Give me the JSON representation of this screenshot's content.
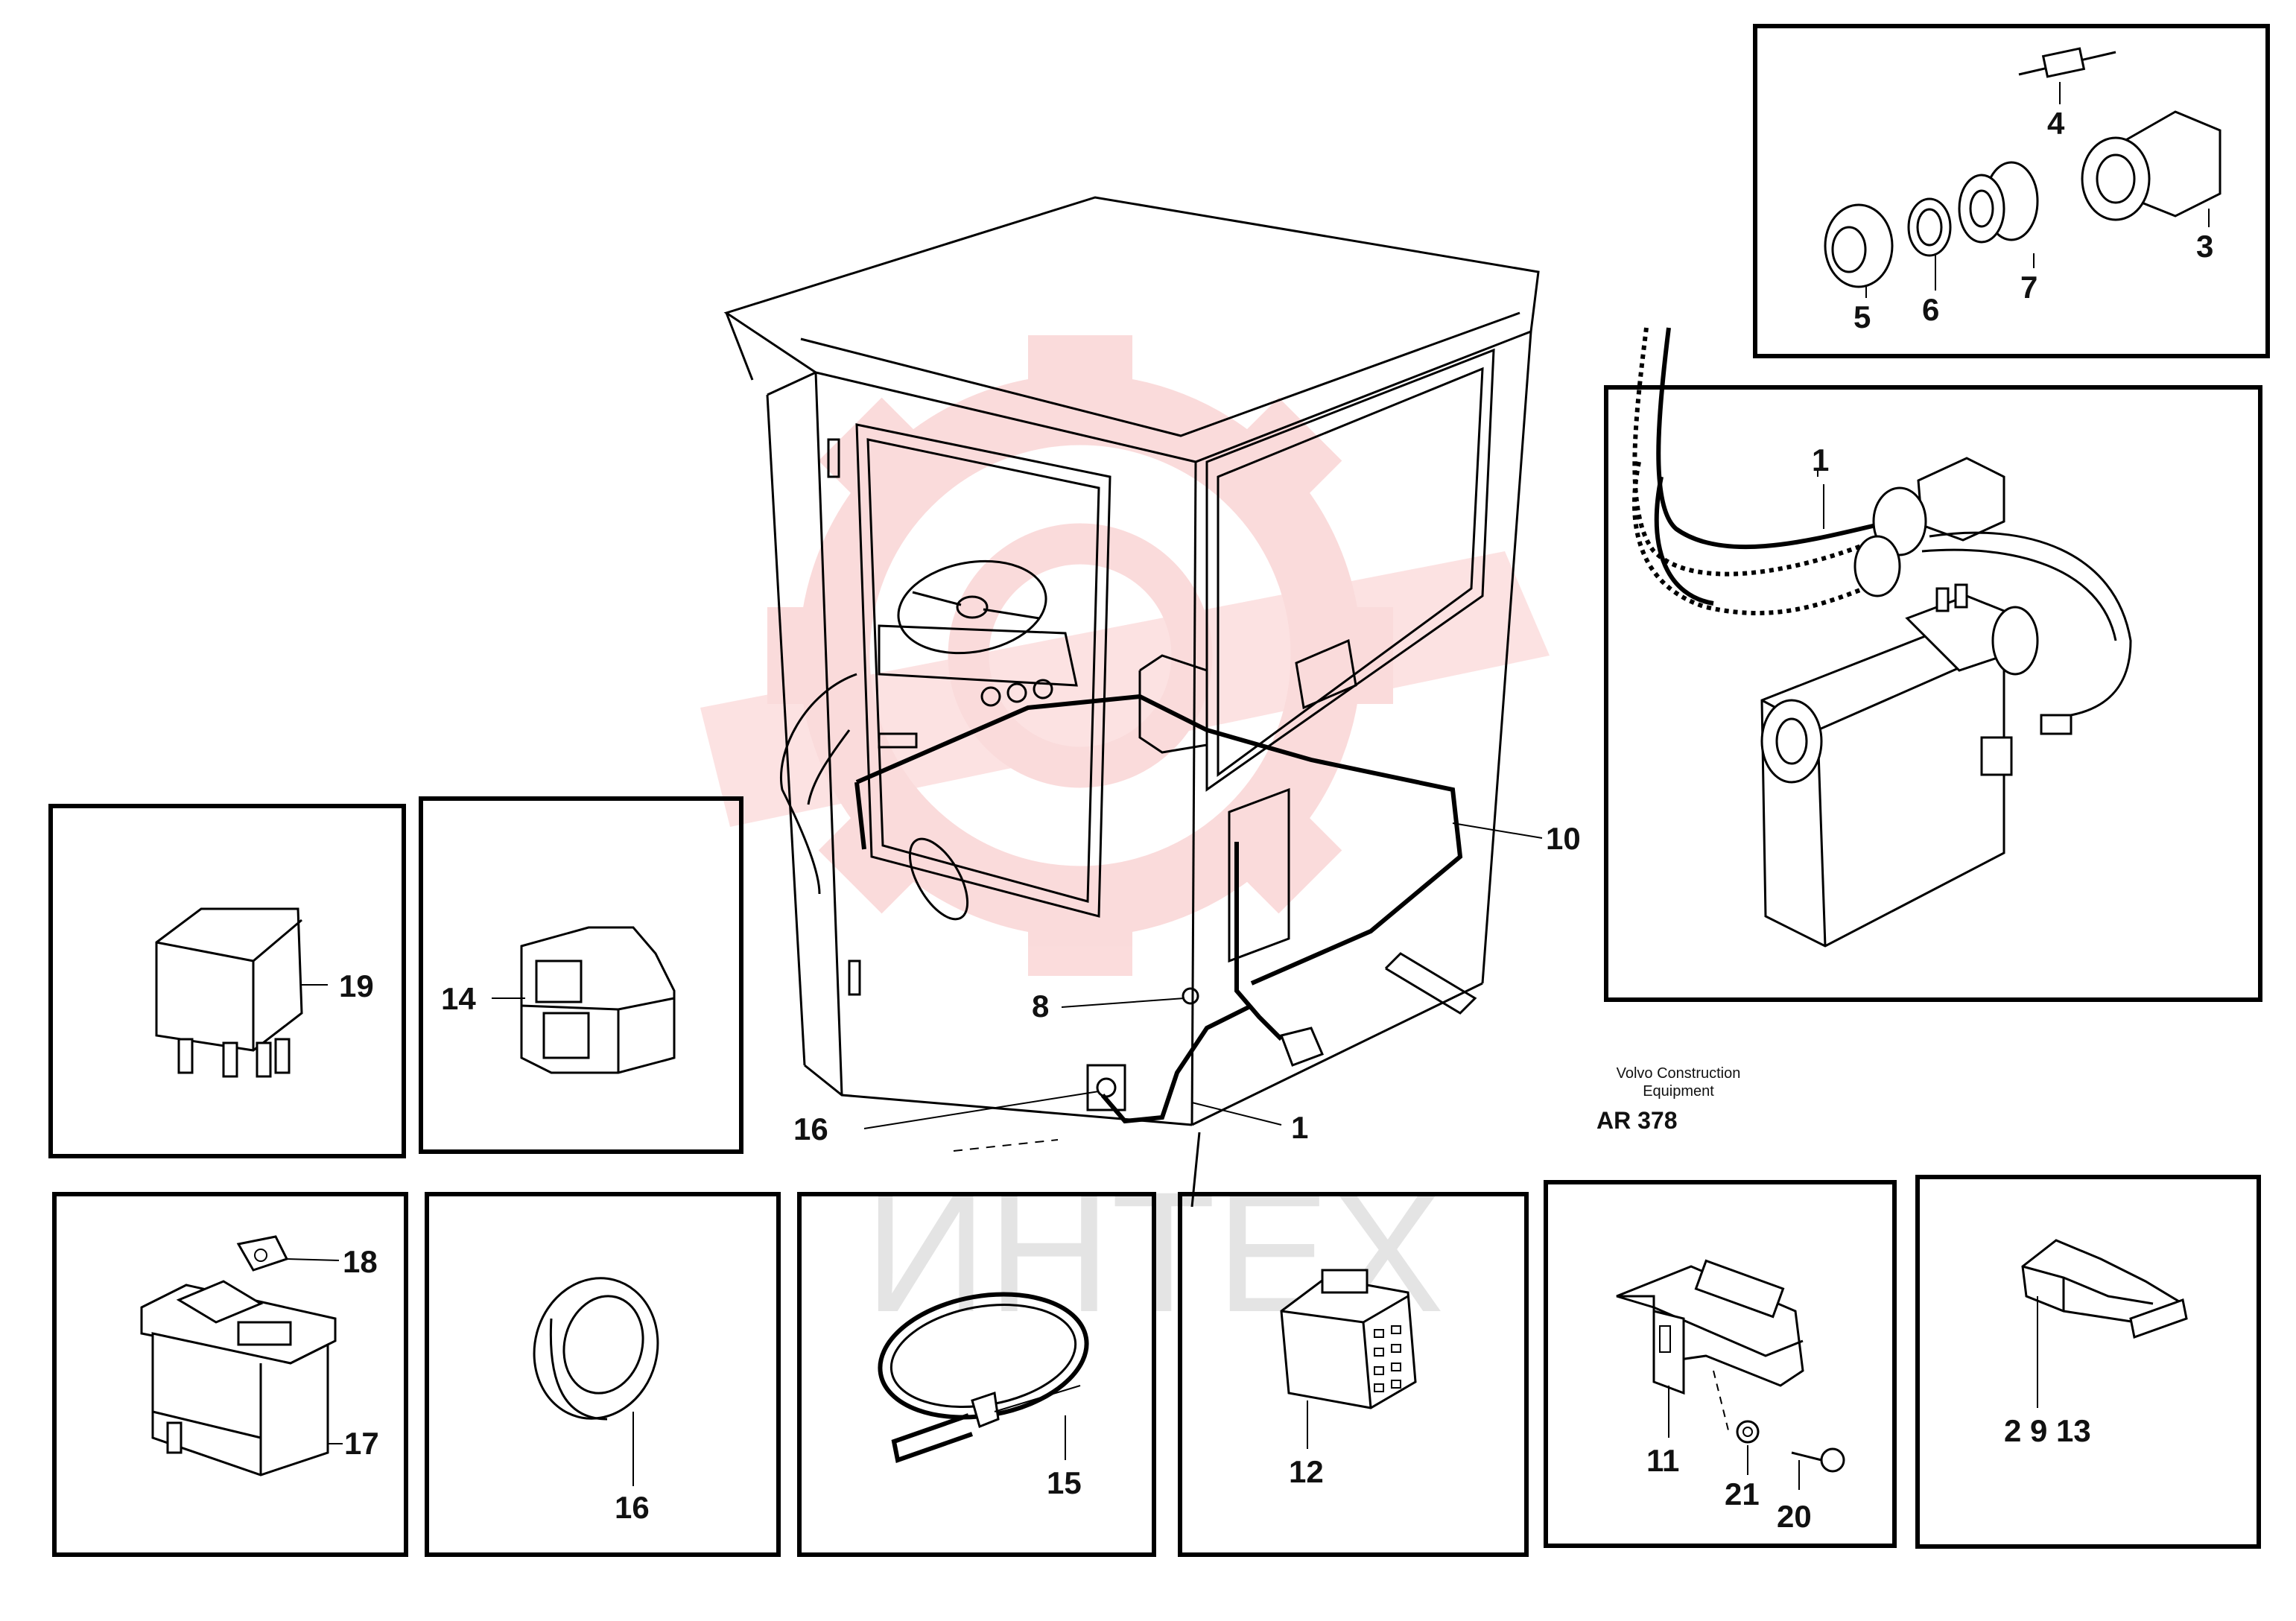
{
  "diagram": {
    "company_line1": "Volvo Construction",
    "company_line2": "Equipment",
    "drawing_code": "AR 378",
    "watermark_text": "ИНТЕХ",
    "watermark_color": "#f08080"
  },
  "labels": {
    "main_1": "1",
    "main_8": "8",
    "main_10": "10",
    "main_16": "16",
    "inset_4": "4",
    "inset_3": "3",
    "inset_5": "5",
    "inset_6": "6",
    "inset_7": "7",
    "inset_1": "1",
    "box_19": "19",
    "box_14": "14",
    "box_18": "18",
    "box_17": "17",
    "box_16": "16",
    "box_15": "15",
    "box_12": "12",
    "box_11": "11",
    "box_21": "21",
    "box_20": "20",
    "box_2_9_13": "2 9 13"
  }
}
